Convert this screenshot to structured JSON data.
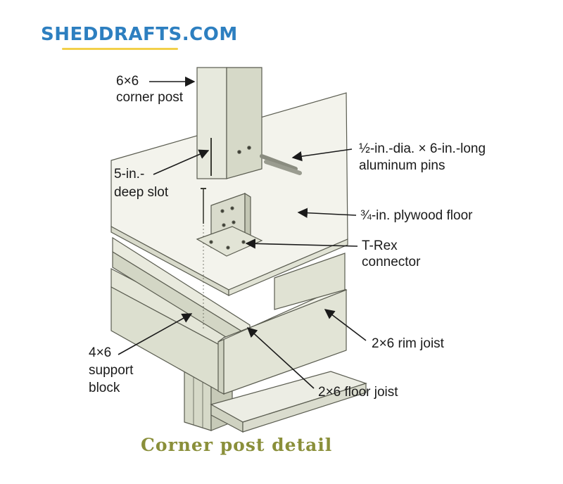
{
  "logo": {
    "text": "SHEDDRAFTS.COM"
  },
  "labels": {
    "corner_post_size": "6×6",
    "corner_post": "corner post",
    "slot_1": "5-in.-",
    "slot_2": "deep slot",
    "pins_1": "½-in.-dia. × 6-in.-long",
    "pins_2": "aluminum pins",
    "plywood_floor": "¾-in. plywood floor",
    "trex_1": "T-Rex",
    "trex_2": "connector",
    "rim_joist": "2×6 rim joist",
    "support_1": "4×6",
    "support_2": "support",
    "support_3": "block",
    "floor_joist": "2×6 floor joist"
  },
  "caption": "Corner post detail",
  "colors": {
    "logo": "#2d7fc0",
    "logo_underline": "#f2d04a",
    "caption": "#8a8f3a",
    "wood": "#e6e8dc",
    "wood_shade": "#cdd1bf",
    "outline": "#5a5c50"
  }
}
